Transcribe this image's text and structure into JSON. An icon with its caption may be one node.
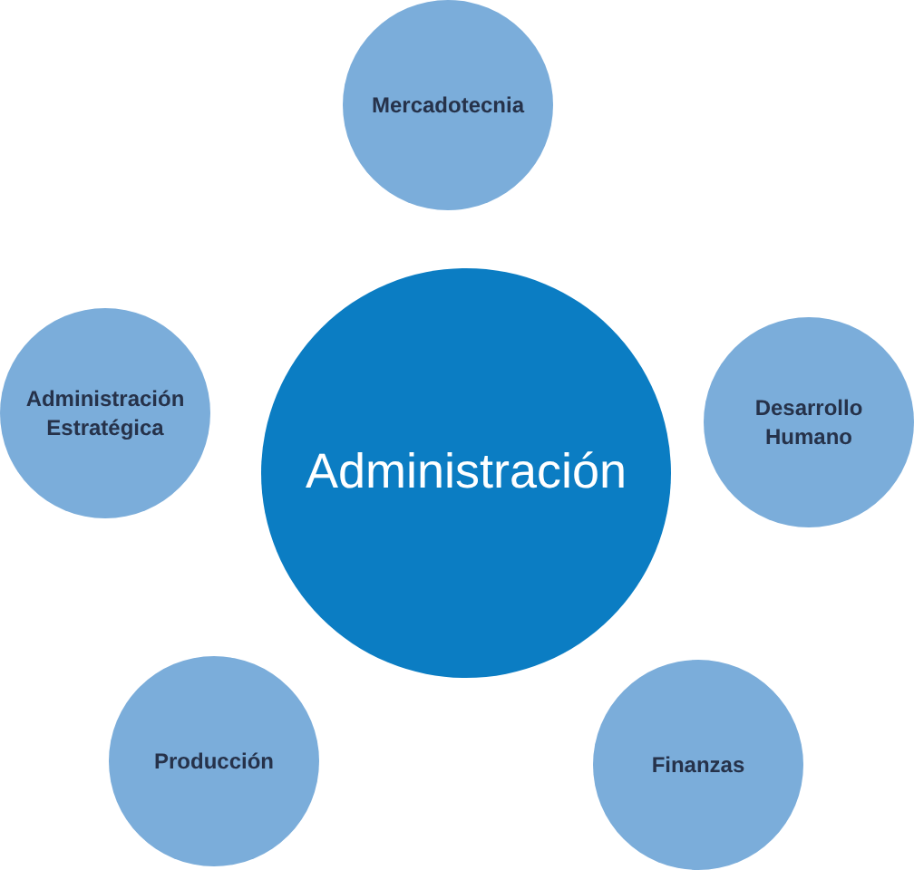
{
  "diagram": {
    "nodes": [
      {
        "text": [
          "Mercadotecnia"
        ]
      },
      {
        "text": [
          "Administración Estratégica"
        ]
      },
      {
        "text": [
          "Administración"
        ]
      },
      {
        "text": [
          "Desarrollo Humano"
        ]
      },
      {
        "text": [
          "Producción"
        ]
      },
      {
        "text": [
          "Finanzas"
        ]
      }
    ]
  }
}
